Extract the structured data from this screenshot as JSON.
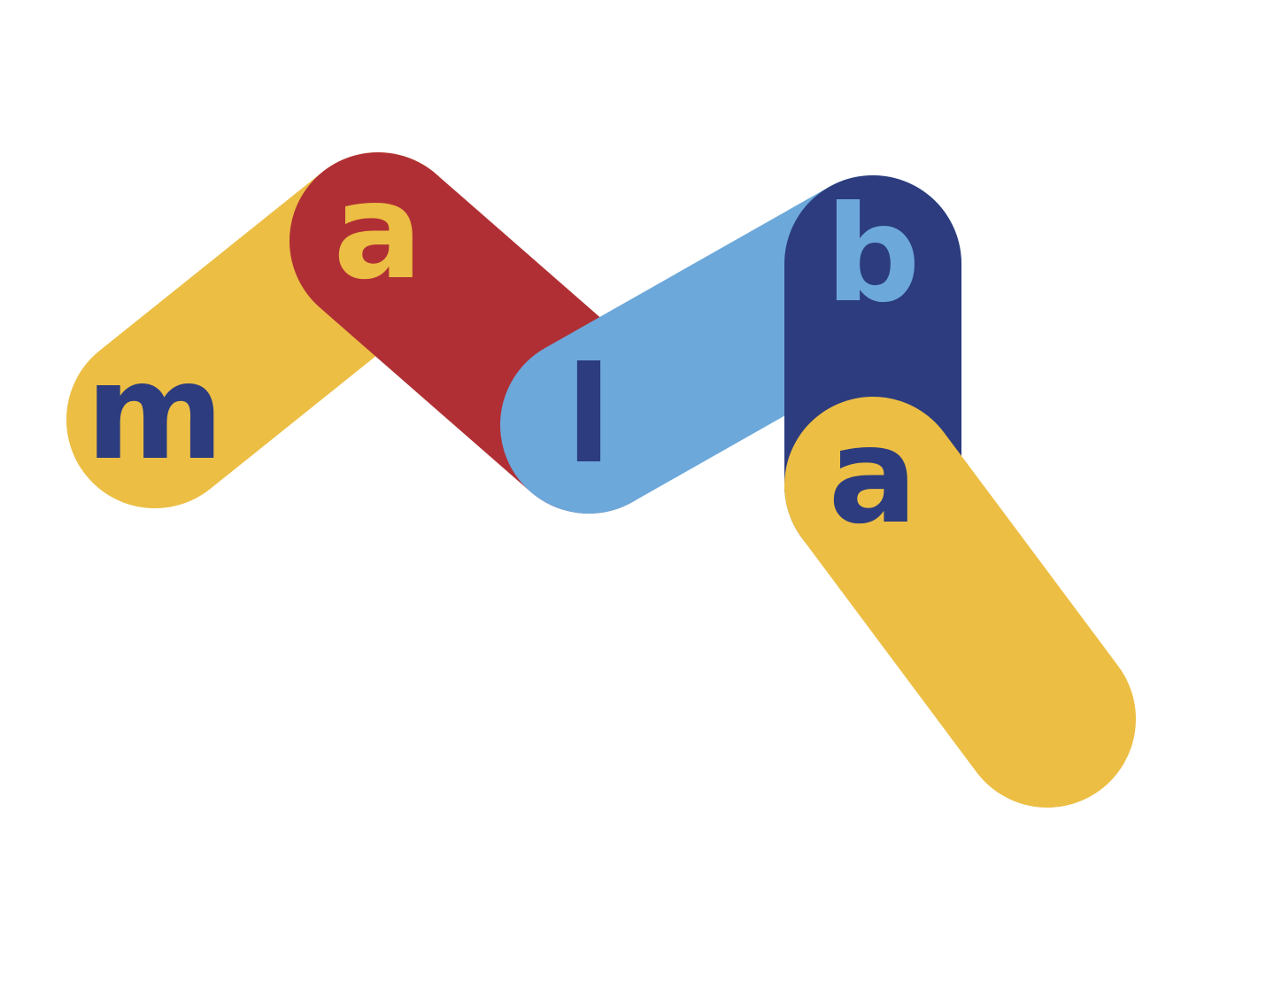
{
  "logo": {
    "colors": {
      "yellow": "#ECBE44",
      "red": "#B02F35",
      "light_blue": "#6CA8DA",
      "navy": "#2C3C7E",
      "background": "#FFFFFF"
    },
    "letters": [
      {
        "char": "m",
        "pill": "yellow",
        "text_color": "navy"
      },
      {
        "char": "a",
        "pill": "red",
        "text_color": "yellow"
      },
      {
        "char": "l",
        "pill": "light_blue",
        "text_color": "navy"
      },
      {
        "char": "b",
        "pill": "navy",
        "text_color": "light_blue"
      },
      {
        "char": "a",
        "pill": "yellow",
        "text_color": "navy"
      }
    ]
  }
}
